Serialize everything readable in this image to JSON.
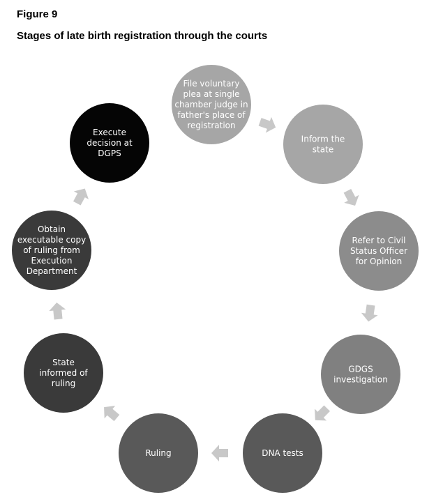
{
  "figure_label": "Figure 9",
  "figure_title": "Stages of late birth registration through the courts",
  "stages": [
    {
      "lines": [
        "File voluntary",
        "plea at single",
        "chamber judge in",
        "father's place of",
        "registration"
      ],
      "fill": "#a6a6a6",
      "text_color": "#ffffff"
    },
    {
      "lines": [
        "Inform the",
        "state"
      ],
      "fill": "#a6a6a6",
      "text_color": "#ffffff"
    },
    {
      "lines": [
        "Refer to Civil",
        "Status Officer",
        "for Opinion"
      ],
      "fill": "#8c8c8c",
      "text_color": "#ffffff"
    },
    {
      "lines": [
        "GDGS",
        "investigation"
      ],
      "fill": "#808080",
      "text_color": "#ffffff"
    },
    {
      "lines": [
        "DNA tests"
      ],
      "fill": "#595959",
      "text_color": "#ffffff"
    },
    {
      "lines": [
        "Ruling"
      ],
      "fill": "#595959",
      "text_color": "#ffffff"
    },
    {
      "lines": [
        "State",
        "informed of",
        "ruling"
      ],
      "fill": "#3a3a3a",
      "text_color": "#ffffff"
    },
    {
      "lines": [
        "Obtain",
        "executable copy",
        "of ruling from",
        "Execution",
        "Department"
      ],
      "fill": "#3a3a3a",
      "text_color": "#ffffff"
    },
    {
      "lines": [
        "Execute",
        "decision at",
        "DGPS"
      ],
      "fill": "#050505",
      "text_color": "#ffffff"
    }
  ],
  "arrow_color": "#c8c8c8"
}
